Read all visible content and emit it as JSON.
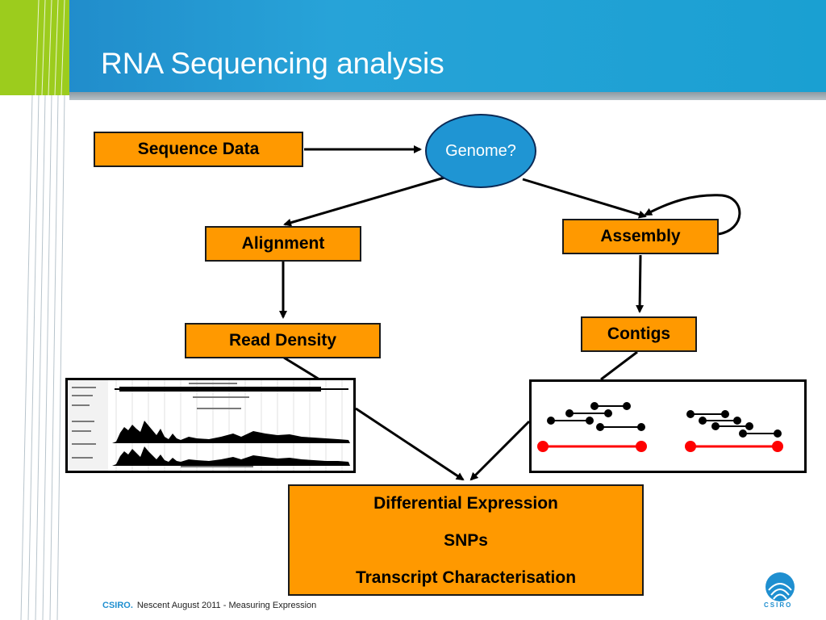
{
  "title": "RNA Sequencing analysis",
  "nodes": {
    "sequence_data": "Sequence Data",
    "genome": "Genome?",
    "alignment": "Alignment",
    "assembly": "Assembly",
    "read_density": "Read Density",
    "contigs": "Contigs",
    "results": [
      "Differential Expression",
      "SNPs",
      "Transcript Characterisation"
    ]
  },
  "footer": {
    "brand": "CSIRO.",
    "text": "Nescent August 2011 - Measuring Expression"
  },
  "logo": "CSIRO",
  "colors": {
    "box_fill": "#ff9900",
    "genome_fill": "#1f95d3",
    "header_blue": "#1f87c8",
    "header_lime": "#9ccc1d",
    "contig_red": "#ff0000"
  }
}
